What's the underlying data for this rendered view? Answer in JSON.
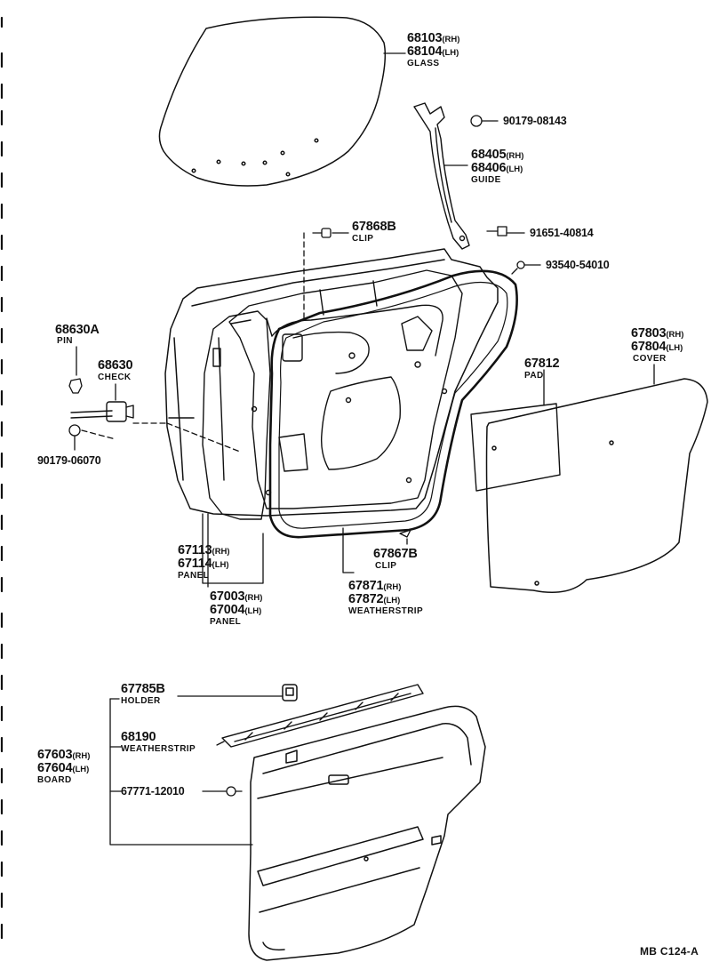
{
  "figure_ref": "MB  C124-A",
  "callouts": {
    "glass": {
      "rh": "68103",
      "lh": "68104",
      "rh_tag": "(RH)",
      "lh_tag": "(LH)",
      "name": "GLASS"
    },
    "nut_90179_08143": {
      "pn": "90179-08143"
    },
    "guide": {
      "rh": "68405",
      "lh": "68406",
      "rh_tag": "(RH)",
      "lh_tag": "(LH)",
      "name": "GUIDE"
    },
    "clip_67868b": {
      "pn": "67868B",
      "name": "CLIP"
    },
    "bolt_91651_40814": {
      "pn": "91651-40814"
    },
    "screw_93540_54010": {
      "pn": "93540-54010"
    },
    "pin": {
      "pn": "68630A",
      "name": "PIN"
    },
    "check": {
      "pn": "68630",
      "name": "CHECK"
    },
    "nut_90179_06070": {
      "pn": "90179-06070"
    },
    "pad": {
      "pn": "67812",
      "name": "PAD"
    },
    "cover": {
      "rh": "67803",
      "lh": "67804",
      "rh_tag": "(RH)",
      "lh_tag": "(LH)",
      "name": "COVER"
    },
    "outer_panel": {
      "rh": "67113",
      "lh": "67114",
      "rh_tag": "(RH)",
      "lh_tag": "(LH)",
      "name": "PANEL"
    },
    "door_panel": {
      "rh": "67003",
      "lh": "67004",
      "rh_tag": "(RH)",
      "lh_tag": "(LH)",
      "name": "PANEL"
    },
    "clip_67867b": {
      "pn": "67867B",
      "name": "CLIP"
    },
    "weatherstrip_door": {
      "rh": "67871",
      "lh": "67872",
      "rh_tag": "(RH)",
      "lh_tag": "(LH)",
      "name": "WEATHERSTRIP"
    },
    "holder": {
      "pn": "67785B",
      "name": "HOLDER"
    },
    "weatherstrip_trim": {
      "pn": "68190",
      "name": "WEATHERSTRIP"
    },
    "board": {
      "rh": "67603",
      "lh": "67604",
      "rh_tag": "(RH)",
      "lh_tag": "(LH)",
      "name": "BOARD"
    },
    "trim_clip": {
      "pn": "67771-12010"
    }
  }
}
